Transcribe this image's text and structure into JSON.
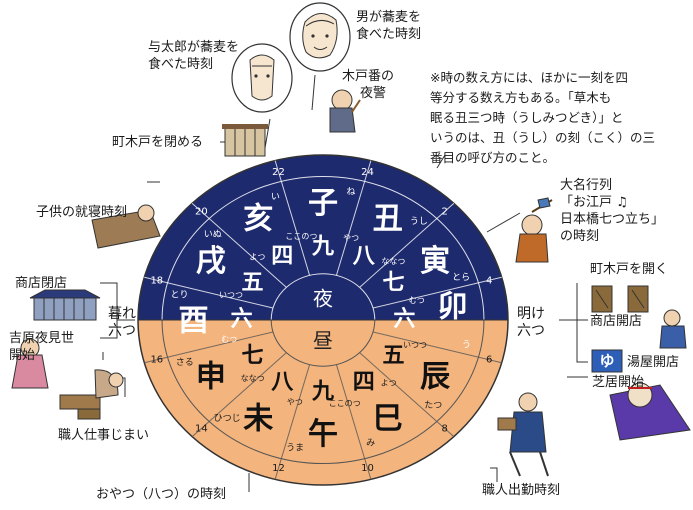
{
  "wheel": {
    "center_night": "夜",
    "center_day": "昼",
    "zodiac": [
      "子",
      "丑",
      "寅",
      "卯",
      "辰",
      "巳",
      "午",
      "未",
      "申",
      "酉",
      "戌",
      "亥"
    ],
    "readings": [
      "ね",
      "うし",
      "とら",
      "う",
      "たつ",
      "み",
      "うま",
      "ひつじ",
      "さる",
      "とり",
      "いぬ",
      "い"
    ],
    "bells": [
      "九",
      "八",
      "七",
      "六",
      "五",
      "四",
      "九",
      "八",
      "七",
      "六",
      "五",
      "四"
    ],
    "bell_readings": [
      "ここのつ",
      "やつ",
      "ななつ",
      "むつ",
      "いつつ",
      "よつ",
      "ここのつ",
      "やつ",
      "ななつ",
      "むつ",
      "いつつ",
      "よつ"
    ],
    "hours": [
      "24",
      "2",
      "4",
      "6",
      "8",
      "10",
      "12",
      "14",
      "16",
      "18",
      "20",
      "22"
    ],
    "colors": {
      "night": "#1e2a6e",
      "day": "#f3b47d",
      "ring": "#ffffff",
      "line": "#333333"
    }
  },
  "annotations": {
    "yotaro_1": "与太郎が蕎麦を",
    "yotaro_2": "食べた時刻",
    "man_1": "男が蕎麦を",
    "man_2": "食べた時刻",
    "kidoban_1": "木戸番の",
    "kidoban_2": "夜警",
    "machi_close": "町木戸を閉める",
    "child_sleep": "子供の就寝時刻",
    "shop_close": "商店閉店",
    "yoshiwara_1": "吉原夜見世",
    "yoshiwara_2": "開始",
    "kure_1": "暮れ",
    "kure_2": "六つ",
    "ake_1": "明け",
    "ake_2": "六つ",
    "daimyo_1": "大名行列",
    "daimyo_2": "「お江戸 ♫",
    "daimyo_3": "日本橋七つ立ち」",
    "daimyo_4": "の時刻",
    "machi_open": "町木戸を開く",
    "shop_open": "商店開店",
    "bath_open": "湯屋開店",
    "theater_open": "芝居開始",
    "craft_end": "職人仕事じまい",
    "snack": "おやつ（八つ）の時刻",
    "craft_start": "職人出勤時刻",
    "yu_sign": "ゆ"
  },
  "note": {
    "line1": "※時の数え方には、ほかに一刻を四",
    "line2": "等分する数え方もある。「草木も",
    "line3": "眠る丑三つ時（うしみつどき）」と",
    "line4": "いうのは、丑（うし）の刻（こく）の三",
    "line5": "番目の呼び方のこと。"
  }
}
